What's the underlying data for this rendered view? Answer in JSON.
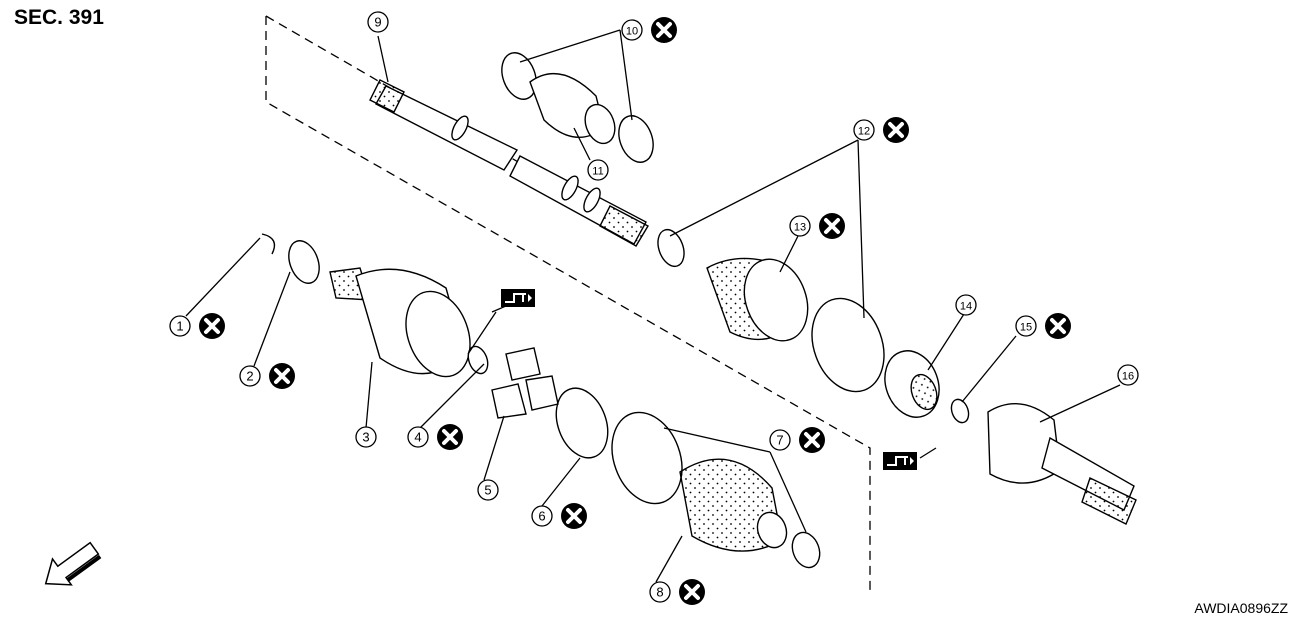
{
  "header": {
    "section_title": "SEC. 391"
  },
  "footer": {
    "figure_code": "AWDIA0896ZZ"
  },
  "colors": {
    "line": "#000000",
    "background": "#ffffff"
  },
  "legend_symbols": [
    "x-circle-icon",
    "grease-apply-icon",
    "front-arrow-icon"
  ],
  "callouts": [
    {
      "num": "1",
      "replace": true
    },
    {
      "num": "2",
      "replace": true
    },
    {
      "num": "3",
      "replace": false
    },
    {
      "num": "4",
      "replace": true
    },
    {
      "num": "5",
      "replace": false
    },
    {
      "num": "6",
      "replace": true
    },
    {
      "num": "7",
      "replace": true
    },
    {
      "num": "8",
      "replace": true
    },
    {
      "num": "9",
      "replace": false
    },
    {
      "num": "10",
      "replace": true
    },
    {
      "num": "11",
      "replace": false
    },
    {
      "num": "12",
      "replace": true
    },
    {
      "num": "13",
      "replace": true
    },
    {
      "num": "14",
      "replace": false
    },
    {
      "num": "15",
      "replace": true
    },
    {
      "num": "16",
      "replace": false
    }
  ]
}
